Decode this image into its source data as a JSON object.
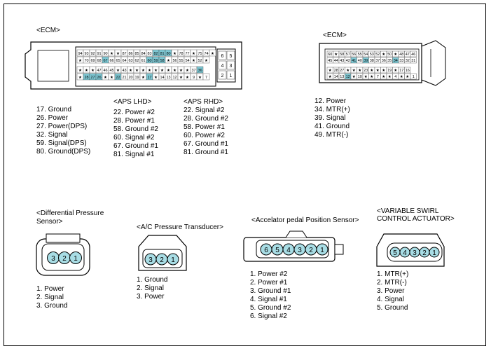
{
  "ecm_left": {
    "title": "<ECM>",
    "aps_lhd_title": "<APS LHD>",
    "aps_rhd_title": "<APS RHD>",
    "pins": [
      "17. Ground",
      "26. Power",
      "27. Power(DPS)",
      "32. Signal",
      "59. Signal(DPS)",
      "80. Ground(DPS)"
    ],
    "aps_lhd": [
      "22. Power #2",
      "28. Power #1",
      "58. Ground #2",
      "60. Signal #2",
      "67. Ground #1",
      "81. Signal #1"
    ],
    "aps_rhd": [
      "22. Signal #2",
      "28. Ground #2",
      "58. Power #1",
      "60. Power #2",
      "67. Ground #1",
      "81. Ground #1"
    ],
    "side_pins": [
      "6",
      "5",
      "4",
      "3",
      "2",
      "1"
    ],
    "row1": [
      "94",
      "93",
      "92",
      "91",
      "90",
      "★",
      "★",
      "87",
      "86",
      "85",
      "84",
      "83",
      "82",
      "81",
      "80",
      "★",
      "78",
      "77",
      "★",
      "75",
      "74",
      "★"
    ],
    "row2": [
      "★",
      "70",
      "69",
      "68",
      "67",
      "66",
      "65",
      "64",
      "63",
      "62",
      "61",
      "60",
      "59",
      "58",
      "★",
      "56",
      "55",
      "54",
      "★",
      "52",
      "★"
    ],
    "row3": [
      "★",
      "★",
      "★",
      "47",
      "46",
      "45",
      "★",
      "43",
      "★",
      "★",
      "★",
      "★",
      "★",
      "★",
      "★",
      "★",
      "★",
      "★",
      "37",
      "36",
      "★",
      "★",
      "33",
      "★",
      "★",
      "★"
    ],
    "row4": [
      "★",
      "28",
      "27",
      "26",
      "★",
      "★",
      "22",
      "21",
      "20",
      "19",
      "★",
      "17",
      "★",
      "14",
      "13",
      "12",
      "★",
      "★",
      "9",
      "★",
      "7"
    ]
  },
  "ecm_right": {
    "title": "<ECM>",
    "pins": [
      "12. Power",
      "34. MTR(+)",
      "39. Signal",
      "41. Ground",
      "49. MTR(-)"
    ],
    "row1": [
      "60",
      "★",
      "58",
      "57",
      "56",
      "55",
      "54",
      "53",
      "52",
      "★",
      "50",
      "★",
      "48",
      "47",
      "46"
    ],
    "row2": [
      "45",
      "44",
      "43",
      "42",
      "41",
      "40",
      "39",
      "38",
      "37",
      "36",
      "35",
      "34",
      "33",
      "32",
      "31"
    ],
    "row3": [
      "★",
      "28",
      "27",
      "★",
      "★",
      "★",
      "23",
      "★",
      "★",
      "★",
      "19",
      "★",
      "17",
      "16"
    ],
    "row4": [
      "★",
      "14",
      "13",
      "12",
      "★",
      "10",
      "★",
      "★",
      "7",
      "★",
      "★",
      "4",
      "★",
      "★",
      "1"
    ]
  },
  "dps": {
    "title_line1": "<Differential Pressure",
    "title_line2": "Sensor>",
    "pins": [
      "3",
      "2",
      "1"
    ],
    "legend": [
      "1. Power",
      "2. Signal",
      "3. Ground"
    ]
  },
  "acp": {
    "title": "<A/C Pressure Transducer>",
    "pins": [
      "3",
      "2",
      "1"
    ],
    "legend": [
      "1. Ground",
      "2. Signal",
      "3. Power"
    ]
  },
  "aps": {
    "title": "<Accelator pedal Position Sensor>",
    "pins": [
      "6",
      "5",
      "4",
      "3",
      "2",
      "1"
    ],
    "legend": [
      "1. Power #2",
      "2. Power #1",
      "3. Ground #1",
      "4. Signal #1",
      "5. Ground #2",
      "6. Signal #2"
    ]
  },
  "vsa": {
    "title_line1": "<VARIABLE SWIRL",
    "title_line2": "CONTROL ACTUATOR>",
    "pins": [
      "5",
      "4",
      "3",
      "2",
      "1"
    ],
    "legend": [
      "1. MTR(+)",
      "2. MTR(-)",
      "3. Power",
      "4. Signal",
      "5. Ground"
    ]
  },
  "colors": {
    "pin_fill": "#a8dde5",
    "highlight": "#7ec8d4",
    "line": "#000000",
    "body_fill": "#ffffff"
  }
}
